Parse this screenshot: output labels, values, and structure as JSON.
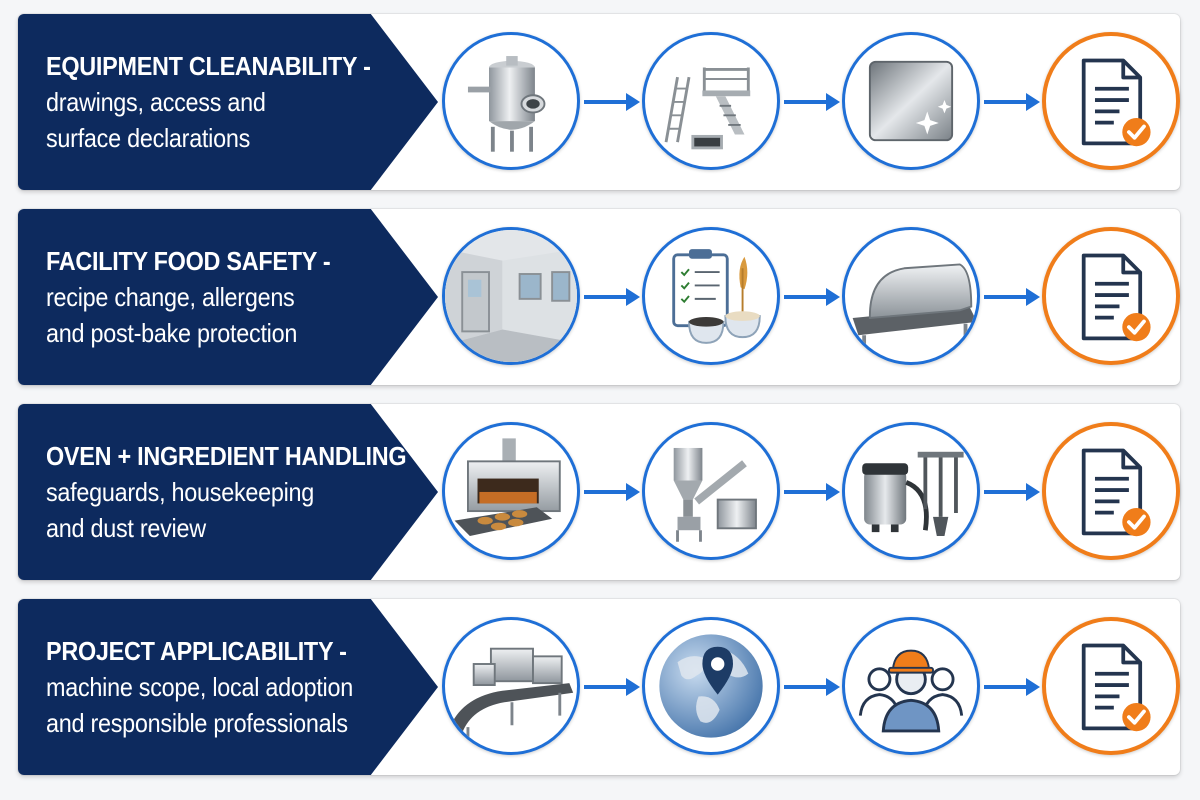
{
  "rows": [
    {
      "title": "EQUIPMENT CLEANABILITY -",
      "line1": "drawings, access and",
      "line2": "surface declarations",
      "icons": [
        "stainless-tank-icon",
        "platform-ladder-icon",
        "stainless-surface-icon",
        "document-check-icon"
      ]
    },
    {
      "title": "FACILITY FOOD SAFETY -",
      "line1": "recipe change, allergens",
      "line2": "and post-bake protection",
      "icons": [
        "cleanroom-icon",
        "recipe-clipboard-icon",
        "covered-conveyor-icon",
        "document-check-icon"
      ]
    },
    {
      "title": "OVEN + INGREDIENT HANDLING -",
      "line1": "safeguards, housekeeping",
      "line2": "and dust review",
      "icons": [
        "tunnel-oven-icon",
        "ingredient-hopper-icon",
        "vacuum-cleaner-icon",
        "document-check-icon"
      ]
    },
    {
      "title": "PROJECT APPLICABILITY -",
      "line1": "machine scope, local adoption",
      "line2": "and responsible professionals",
      "icons": [
        "production-line-icon",
        "globe-location-icon",
        "engineer-team-icon",
        "document-check-icon"
      ]
    }
  ],
  "colors": {
    "banner": "#0d2a5e",
    "circle_border": "#1f6fd6",
    "arrow": "#1f6fd6",
    "final_border": "#f07d1a",
    "check": "#f07d1a"
  }
}
